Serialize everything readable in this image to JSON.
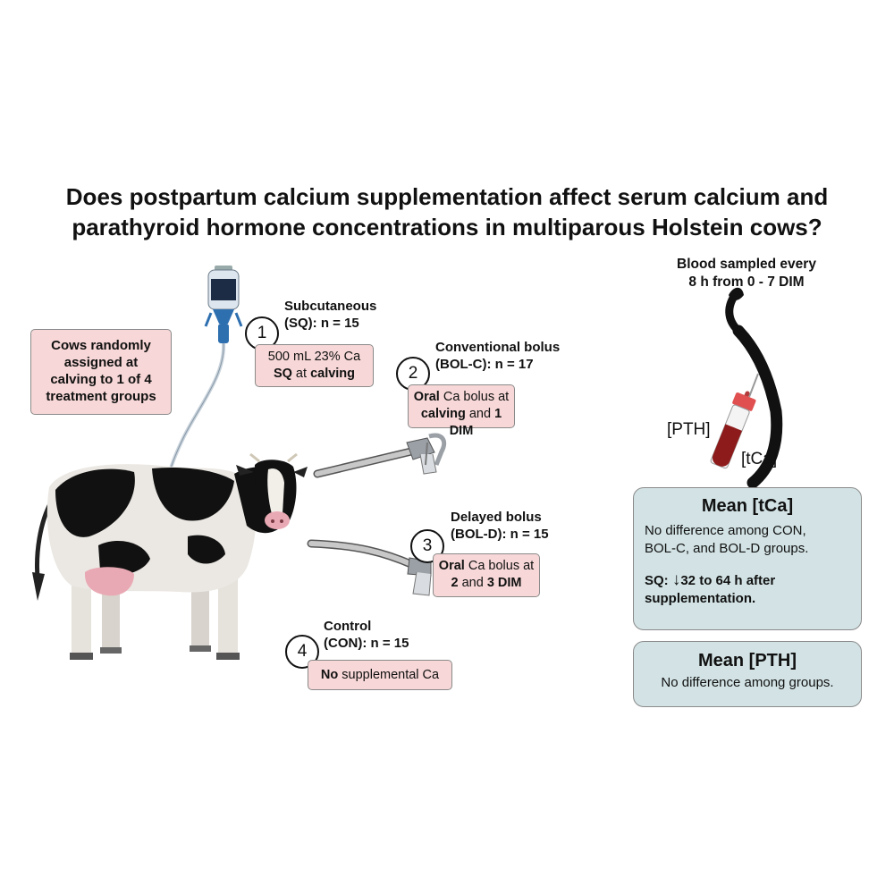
{
  "title": {
    "line1": "Does postpartum calcium supplementation affect serum calcium and",
    "line2": "parathyroid hormone concentrations in multiparous Holstein cows?"
  },
  "assignment": {
    "line1": "Cows randomly",
    "line2": "assigned at",
    "line3": "calving to 1 of 4",
    "line4": "treatment groups"
  },
  "groups": [
    {
      "number": "1",
      "label_line1": "Subcutaneous",
      "label_line2": "(SQ): n = 15",
      "line1": "500 mL 23% Ca",
      "line2_bold": "SQ",
      "line2_a": " at ",
      "line2_bold2": "calving"
    },
    {
      "number": "2",
      "label_line1": "Conventional bolus",
      "label_line2": "(BOL-C): n = 17",
      "line1_bold": "Oral",
      "line1_rest": " Ca bolus at",
      "line2_bold": "calving",
      "line2_a": " and ",
      "line2_bold2": "1 DIM"
    },
    {
      "number": "3",
      "label_line1": "Delayed bolus",
      "label_line2": "(BOL-D): n = 15",
      "line1_bold": "Oral",
      "line1_rest": " Ca bolus at",
      "line2_bold": "2",
      "line2_a": " and ",
      "line2_bold2": "3 DIM"
    },
    {
      "number": "4",
      "label_line1": "Control",
      "label_line2": "(CON): n = 15",
      "line1_bold": "No",
      "line1_rest": " supplemental Ca"
    }
  ],
  "sampling": {
    "line1": "Blood sampled every",
    "line2": "8 h from 0 - 7 DIM",
    "pth_label": "[PTH]",
    "tca_label": "[tCa]"
  },
  "results": {
    "tca": {
      "heading": "Mean [tCa]",
      "line1": "No difference among CON,",
      "line2": "BOL-C, and BOL-D groups.",
      "sq_line1_a": "SQ: ",
      "sq_arrow": "↓",
      "sq_line1_b": "32 to 64 h after",
      "sq_line2": "supplementation."
    },
    "pth": {
      "heading": "Mean [PTH]",
      "line1": "No difference among groups."
    }
  },
  "colors": {
    "pink_box": "#f7d7d7",
    "teal_box": "#d3e3e5",
    "blood": "#8e1b1b",
    "cow_black": "#111111",
    "cow_white": "#ebe8e3",
    "udder": "#e9a9b4"
  },
  "icons": [
    "iv-bag-icon",
    "cow-illustration",
    "bolus-gun-icon",
    "cow-tail-icon",
    "blood-tube-icon",
    "needle-icon"
  ]
}
